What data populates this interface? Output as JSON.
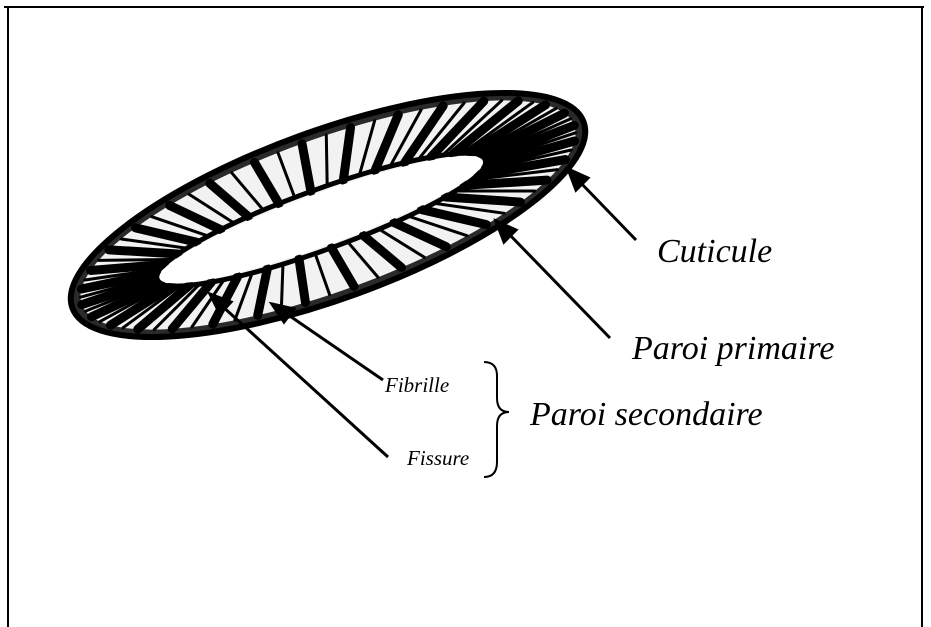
{
  "diagram": {
    "labels": {
      "cuticule": "Cuticule",
      "paroi_primaire": "Paroi primaire",
      "paroi_secondaire": "Paroi secondaire",
      "fibrille": "Fibrille",
      "fissure": "Fissure"
    },
    "colors": {
      "ink": "#000000",
      "background": "#ffffff"
    }
  }
}
